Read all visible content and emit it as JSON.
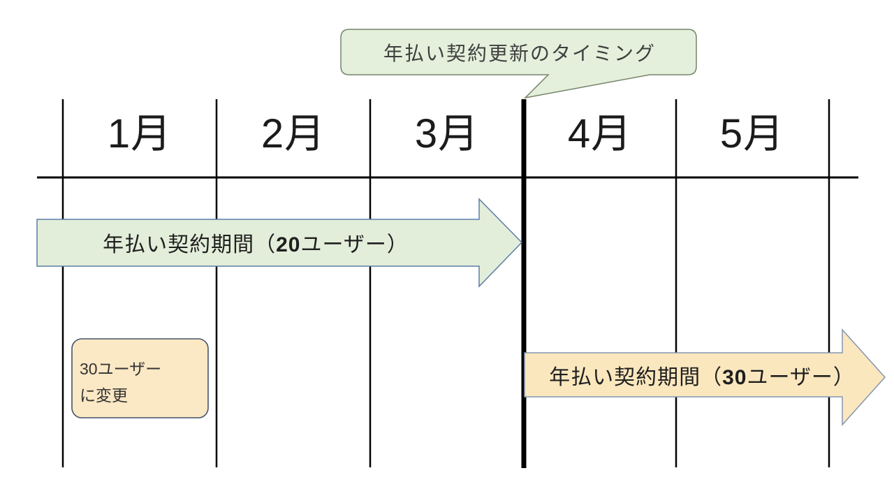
{
  "callout": {
    "label": "年払い契約更新のタイミング"
  },
  "timeline": {
    "months": [
      "1月",
      "2月",
      "3月",
      "4月",
      "5月"
    ]
  },
  "arrow_20": {
    "prefix": "年払い契約期間（",
    "number": "20",
    "suffix": "ユーザー）"
  },
  "arrow_30": {
    "prefix": "年払い契約期間（",
    "number": "30",
    "suffix": "ユーザー）"
  },
  "note": {
    "line1": "30ユーザー",
    "line2": "に変更"
  },
  "colors": {
    "green_fill": "#E3EEDA",
    "callout_fill": "#E4F0DB",
    "callout_border": "#76836A",
    "arrow_green_border": "#5B7DA6",
    "cream_fill": "#FBE7BE",
    "note_fill": "#FBE8C4",
    "arrow_cream_border": "#8496B0",
    "note_border": "#44546A",
    "grid_line": "#000000"
  }
}
